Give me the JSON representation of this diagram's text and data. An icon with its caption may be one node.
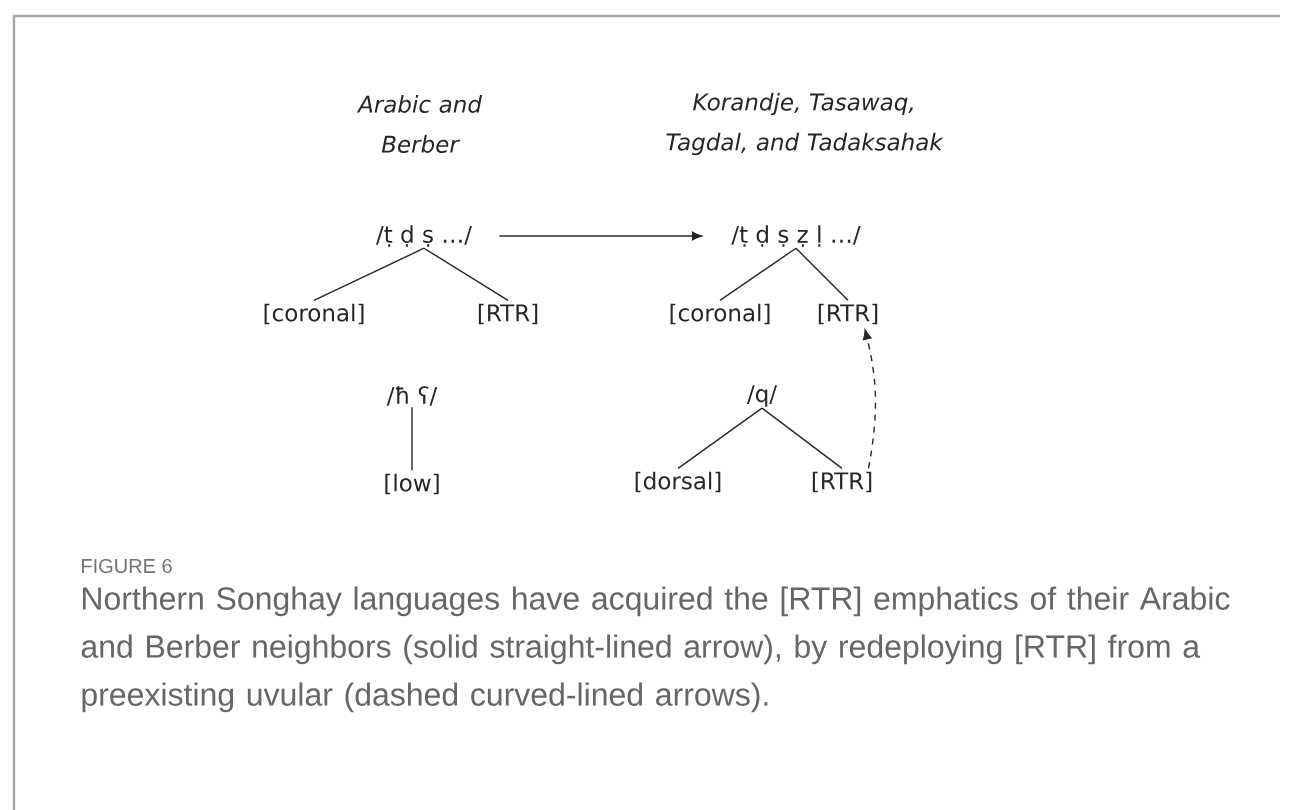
{
  "diagram": {
    "title": "FIGURE 6",
    "caption": "Northern Songhay languages have acquired the [RTR] emphatics of their Arabic and Berber neighbors (solid straight-lined arrow), by redeploying [RTR] from a preexisting uvular (dashed curved-lined arrows).",
    "nodes": [
      {
        "text": [
          "/ṭ ḍ ṣ …/"
        ]
      },
      {
        "text": [
          "[coronal]"
        ]
      },
      {
        "text": [
          "[RTR]"
        ]
      },
      {
        "text": [
          "/ħ ʕ/"
        ]
      },
      {
        "text": [
          "[low]"
        ]
      },
      {
        "text": [
          "/ṭ ḍ ṣ ẓ ḷ …/"
        ]
      },
      {
        "text": [
          "[coronal]"
        ]
      },
      {
        "text": [
          "[RTR]"
        ]
      },
      {
        "text": [
          "/q/"
        ]
      },
      {
        "text": [
          "[dorsal]"
        ]
      },
      {
        "text": [
          "[RTR]"
        ]
      }
    ],
    "edges": [
      {
        "from": 0,
        "to": 1,
        "arrow": "none"
      },
      {
        "from": 0,
        "to": 2,
        "arrow": "none"
      },
      {
        "from": 3,
        "to": 4,
        "arrow": "none"
      },
      {
        "from": 0,
        "to": 5,
        "arrow": "to"
      },
      {
        "from": 5,
        "to": 6,
        "arrow": "none"
      },
      {
        "from": 5,
        "to": 7,
        "arrow": "none"
      },
      {
        "from": 8,
        "to": 9,
        "arrow": "none"
      },
      {
        "from": 8,
        "to": 10,
        "arrow": "none"
      },
      {
        "from": 10,
        "to": 7,
        "arrow": "to",
        "style": "dashed"
      }
    ],
    "labels": [
      "Arabic and Berber",
      "Korandje, Tasawaq, Tagdal, and Tadaksahak"
    ]
  }
}
